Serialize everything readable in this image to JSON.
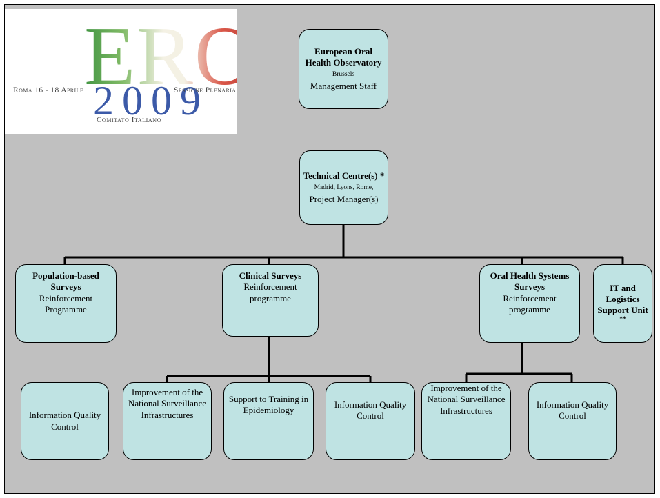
{
  "logo": {
    "main": "ERO",
    "year": "2009",
    "left_text": "Roma 16 - 18 Aprile",
    "right_text": "Sessione Plenaria",
    "sub_text": "Comitato Italiano"
  },
  "nodes": {
    "observatory": {
      "title": "European Oral Health Observatory",
      "sub": "Brussels",
      "desc": "Management Staff"
    },
    "technical": {
      "title": "Technical Centre(s) *",
      "sub": "Madrid, Lyons, Rome,",
      "desc": "Project Manager(s)"
    },
    "population": {
      "title": "Population-based Surveys",
      "desc": "Reinforcement Programme"
    },
    "clinical": {
      "title": "Clinical Surveys",
      "desc": "Reinforcement programme"
    },
    "oral_systems": {
      "title": "Oral Health Systems Surveys",
      "desc": "Reinforcement programme"
    },
    "it_logistics": {
      "title": "IT and Logistics Support Unit",
      "note": "**"
    },
    "pop_info": {
      "desc": "Information Quality Control"
    },
    "clin_improve": {
      "desc": "Improvement of the National Surveillance Infrastructures"
    },
    "clin_training": {
      "desc": "Support to Training in Epidemiology"
    },
    "clin_info": {
      "desc": "Information Quality Control"
    },
    "oral_improve": {
      "desc": "Improvement of the National Surveillance Infrastructures"
    },
    "oral_info": {
      "desc": "Information Quality Control"
    }
  },
  "colors": {
    "box_fill": "#bfe3e3",
    "background": "#c0c0c0",
    "line": "#000000"
  }
}
